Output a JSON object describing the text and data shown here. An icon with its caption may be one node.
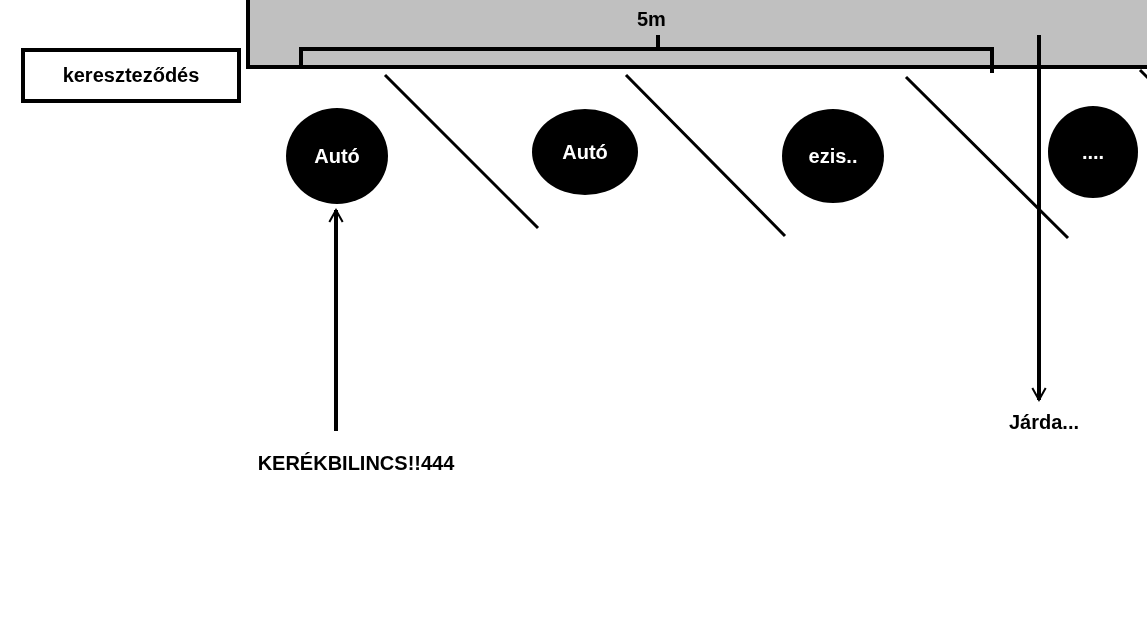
{
  "diagram": {
    "nodes": [
      {
        "text": [],
        "shape": "box"
      },
      {
        "text": [
          "kereszteződés"
        ]
      },
      {
        "text": [
          "Autó"
        ]
      },
      {
        "text": [
          "Autó"
        ]
      },
      {
        "text": [
          "ezis.."
        ]
      },
      {
        "text": [
          "...."
        ]
      },
      {
        "text": [
          "KERÉKBILINCS!!444"
        ]
      },
      {
        "text": [
          "Járda..."
        ]
      }
    ],
    "edges": [
      {
        "from": 6,
        "to": 2,
        "arrow": "to"
      },
      {
        "from": 0,
        "to": 7,
        "arrow": "to"
      }
    ],
    "labels": [
      "5m"
    ]
  }
}
